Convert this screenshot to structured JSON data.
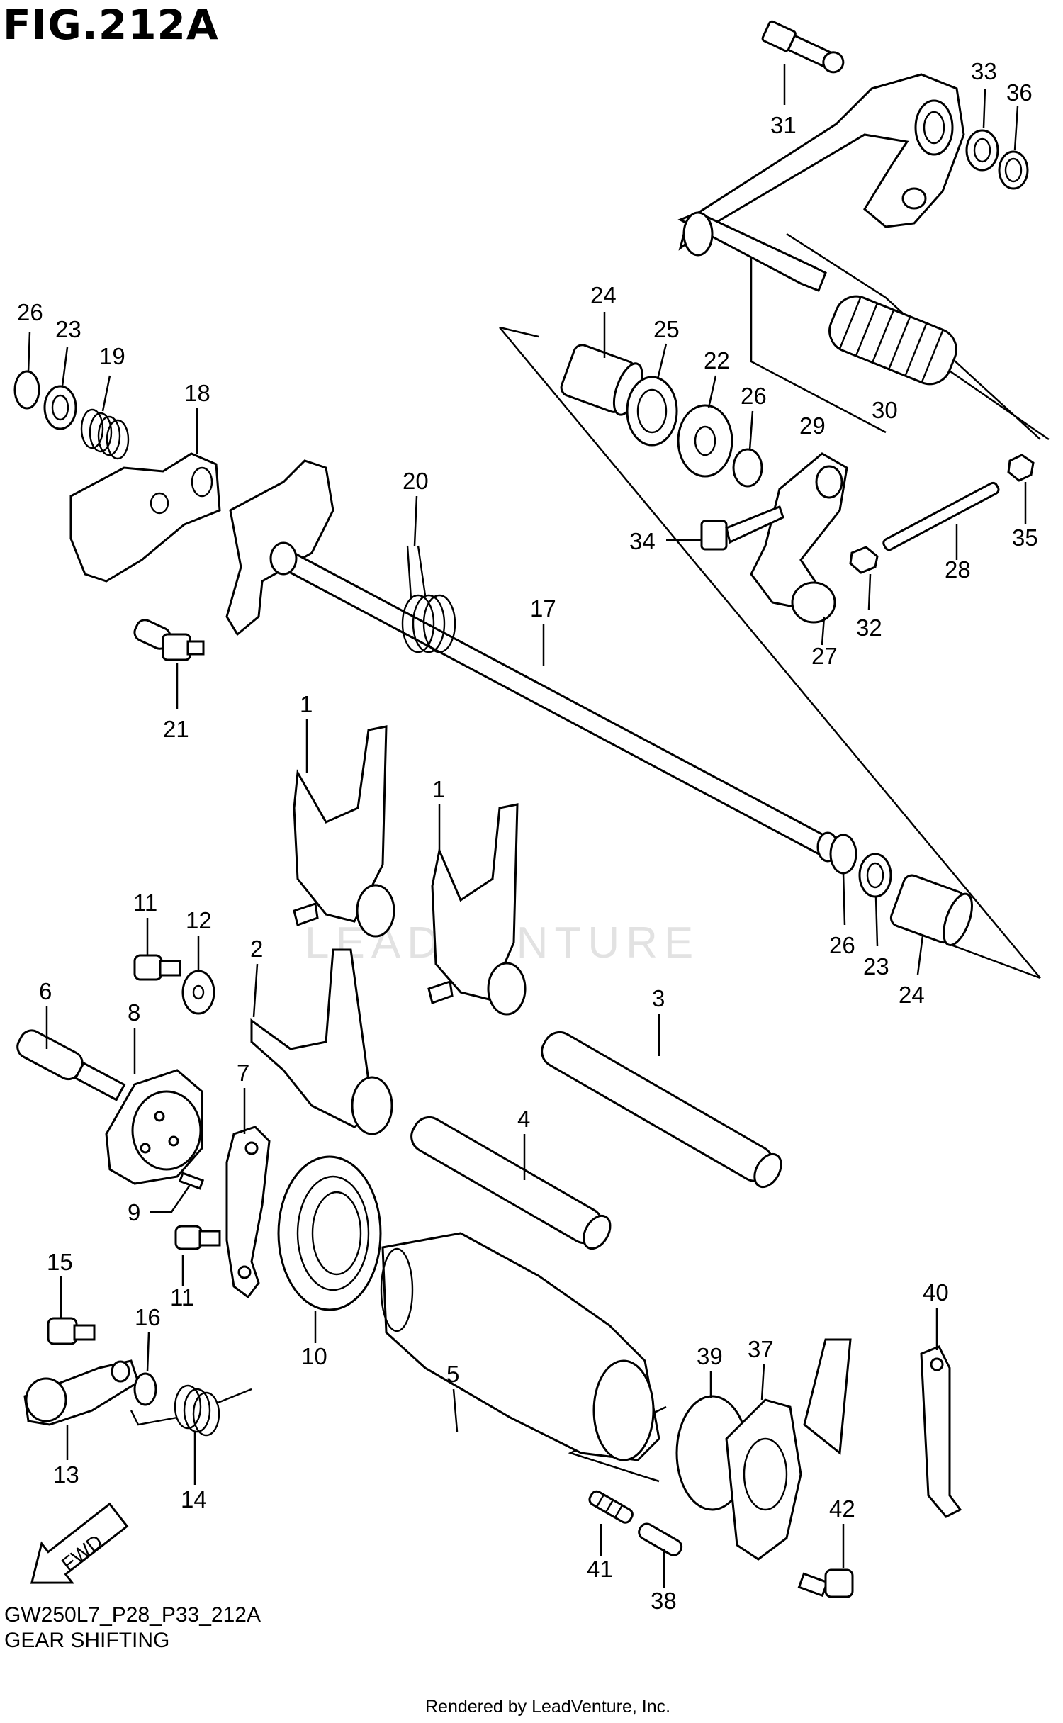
{
  "figure": {
    "title": "FIG.212A",
    "diagram_code": "GW250L7_P28_P33_212A",
    "section_name": "GEAR SHIFTING",
    "credit": "Rendered by LeadVenture, Inc.",
    "watermark": "LEADVENTURE",
    "fwd_label": "FWD"
  },
  "callouts": [
    {
      "id": "c31",
      "label": "31"
    },
    {
      "id": "c33",
      "label": "33"
    },
    {
      "id": "c36",
      "label": "36"
    },
    {
      "id": "c26a",
      "label": "26"
    },
    {
      "id": "c23a",
      "label": "23"
    },
    {
      "id": "c19",
      "label": "19"
    },
    {
      "id": "c18",
      "label": "18"
    },
    {
      "id": "c24a",
      "label": "24"
    },
    {
      "id": "c25",
      "label": "25"
    },
    {
      "id": "c22",
      "label": "22"
    },
    {
      "id": "c26b",
      "label": "26"
    },
    {
      "id": "c29",
      "label": "29"
    },
    {
      "id": "c30",
      "label": "30"
    },
    {
      "id": "c20",
      "label": "20"
    },
    {
      "id": "c34",
      "label": "34"
    },
    {
      "id": "c35",
      "label": "35"
    },
    {
      "id": "c28",
      "label": "28"
    },
    {
      "id": "c32",
      "label": "32"
    },
    {
      "id": "c27",
      "label": "27"
    },
    {
      "id": "c17",
      "label": "17"
    },
    {
      "id": "c21",
      "label": "21"
    },
    {
      "id": "c1a",
      "label": "1"
    },
    {
      "id": "c1b",
      "label": "1"
    },
    {
      "id": "c11a",
      "label": "11"
    },
    {
      "id": "c12",
      "label": "12"
    },
    {
      "id": "c26c",
      "label": "26"
    },
    {
      "id": "c23b",
      "label": "23"
    },
    {
      "id": "c24b",
      "label": "24"
    },
    {
      "id": "c6",
      "label": "6"
    },
    {
      "id": "c2",
      "label": "2"
    },
    {
      "id": "c8",
      "label": "8"
    },
    {
      "id": "c3",
      "label": "3"
    },
    {
      "id": "c7",
      "label": "7"
    },
    {
      "id": "c4",
      "label": "4"
    },
    {
      "id": "c9",
      "label": "9"
    },
    {
      "id": "c11b",
      "label": "11"
    },
    {
      "id": "c10",
      "label": "10"
    },
    {
      "id": "c15",
      "label": "15"
    },
    {
      "id": "c16",
      "label": "16"
    },
    {
      "id": "c40",
      "label": "40"
    },
    {
      "id": "c39",
      "label": "39"
    },
    {
      "id": "c37",
      "label": "37"
    },
    {
      "id": "c5",
      "label": "5"
    },
    {
      "id": "c13",
      "label": "13"
    },
    {
      "id": "c14",
      "label": "14"
    },
    {
      "id": "c42",
      "label": "42"
    },
    {
      "id": "c41",
      "label": "41"
    },
    {
      "id": "c38",
      "label": "38"
    }
  ]
}
